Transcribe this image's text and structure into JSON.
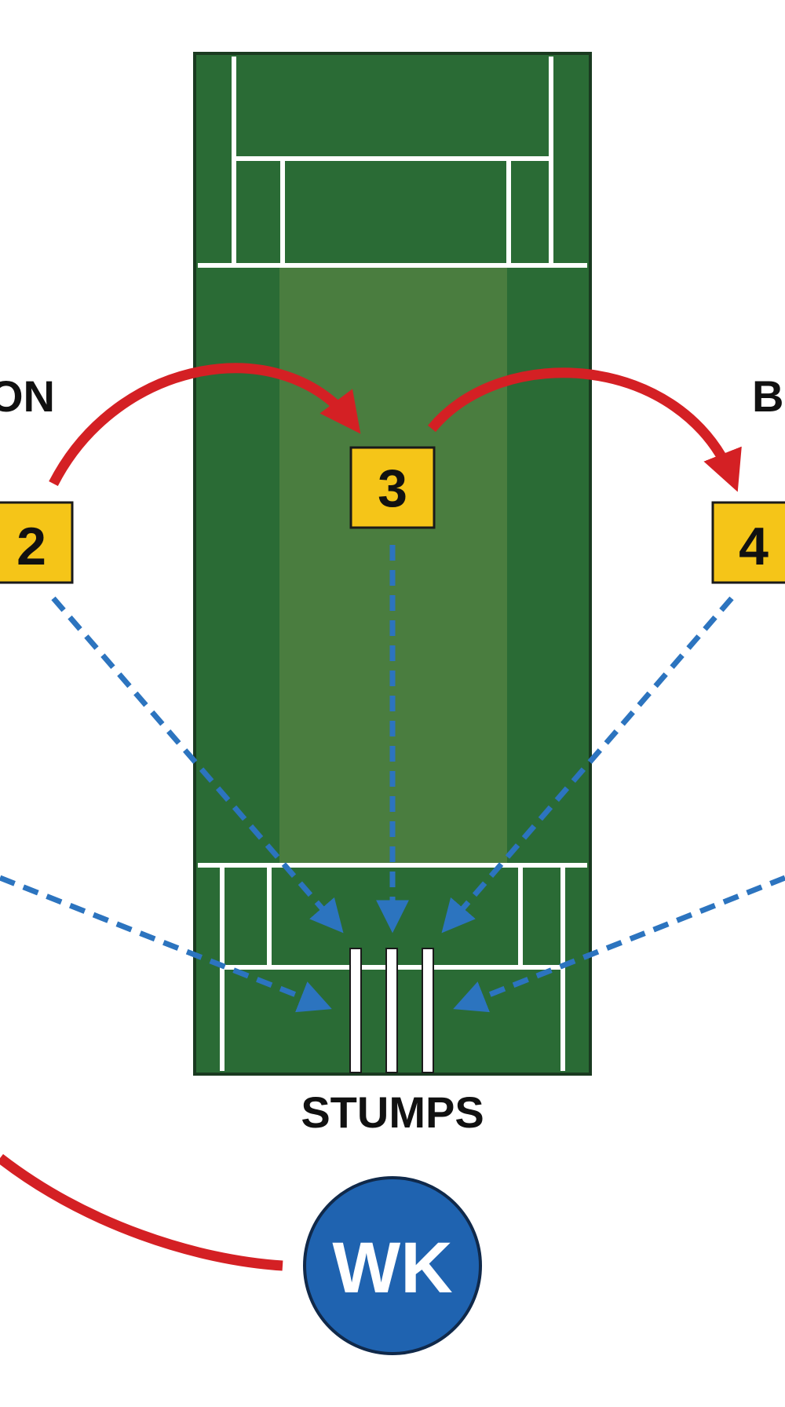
{
  "labels": {
    "left_cut": "ON",
    "right_cut": "BA",
    "stumps": "STUMPS",
    "keeper": "WK"
  },
  "markers": [
    {
      "id": "2",
      "text": "2"
    },
    {
      "id": "3",
      "text": "3"
    },
    {
      "id": "4",
      "text": "4"
    }
  ],
  "colors": {
    "background": "#ffffff",
    "pitch_dark": "#2a6b35",
    "pitch_light": "#4a7d3f",
    "crease_line": "#ffffff",
    "marker_fill": "#f5c518",
    "marker_text": "#111111",
    "rotation_arrow": "#d42024",
    "throw_line": "#2c74bf",
    "keeper_fill": "#1f63b0",
    "keeper_text": "#ffffff",
    "label_text": "#111111"
  }
}
